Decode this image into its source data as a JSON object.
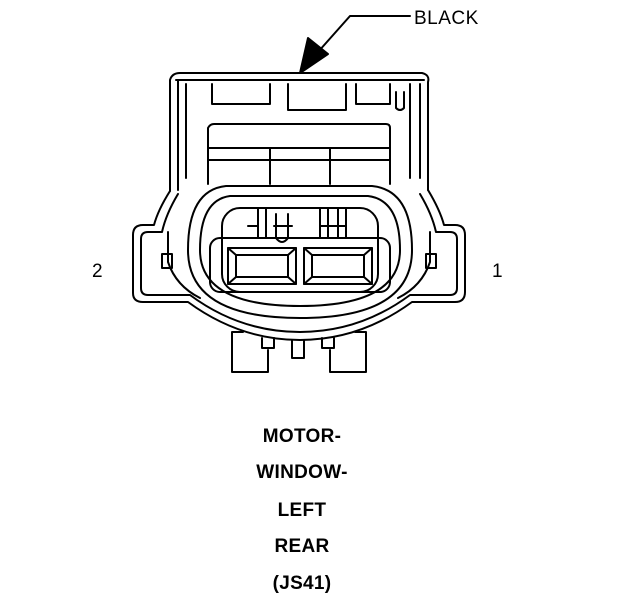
{
  "callout": {
    "color_label": "BLACK"
  },
  "pins": {
    "left": "2",
    "right": "1"
  },
  "caption": {
    "line1": "MOTOR-",
    "line2": "WINDOW-",
    "line3": "LEFT",
    "line4": "REAR",
    "line5": "(JS41)"
  }
}
